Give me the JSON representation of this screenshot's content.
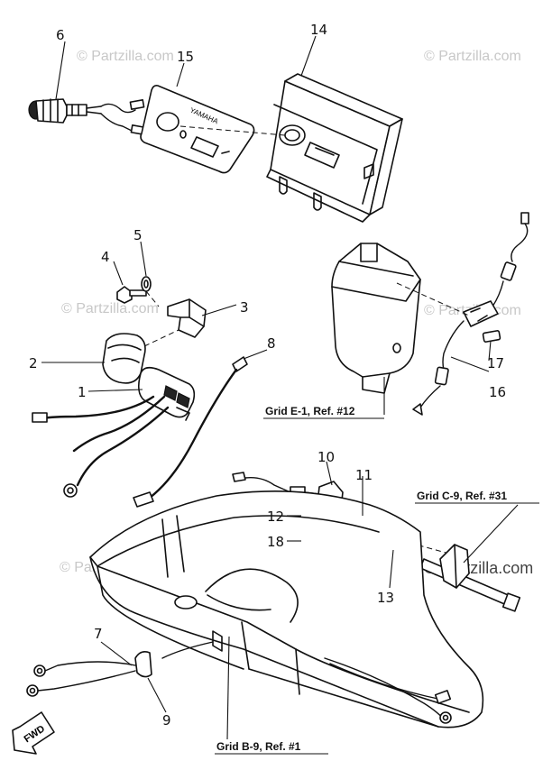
{
  "watermarks": {
    "repeat": "© Partzilla.com",
    "corner": "© Partzilla.com"
  },
  "labels": {
    "n1": "1",
    "n2": "2",
    "n3": "3",
    "n4": "4",
    "n5": "5",
    "n6": "6",
    "n7": "7",
    "n8": "8",
    "n9": "9",
    "n10": "10",
    "n11": "11",
    "n12": "12",
    "n13": "13",
    "n14": "14",
    "n15": "15",
    "n16": "16",
    "n17": "17",
    "n18": "18"
  },
  "references": {
    "grid_e1": "Grid E-1, Ref. #12",
    "grid_c9": "Grid C-9, Ref. #31",
    "grid_b9": "Grid B-9, Ref. #1"
  },
  "plate_text": "YAMAHA",
  "fwd_label": "FWD"
}
